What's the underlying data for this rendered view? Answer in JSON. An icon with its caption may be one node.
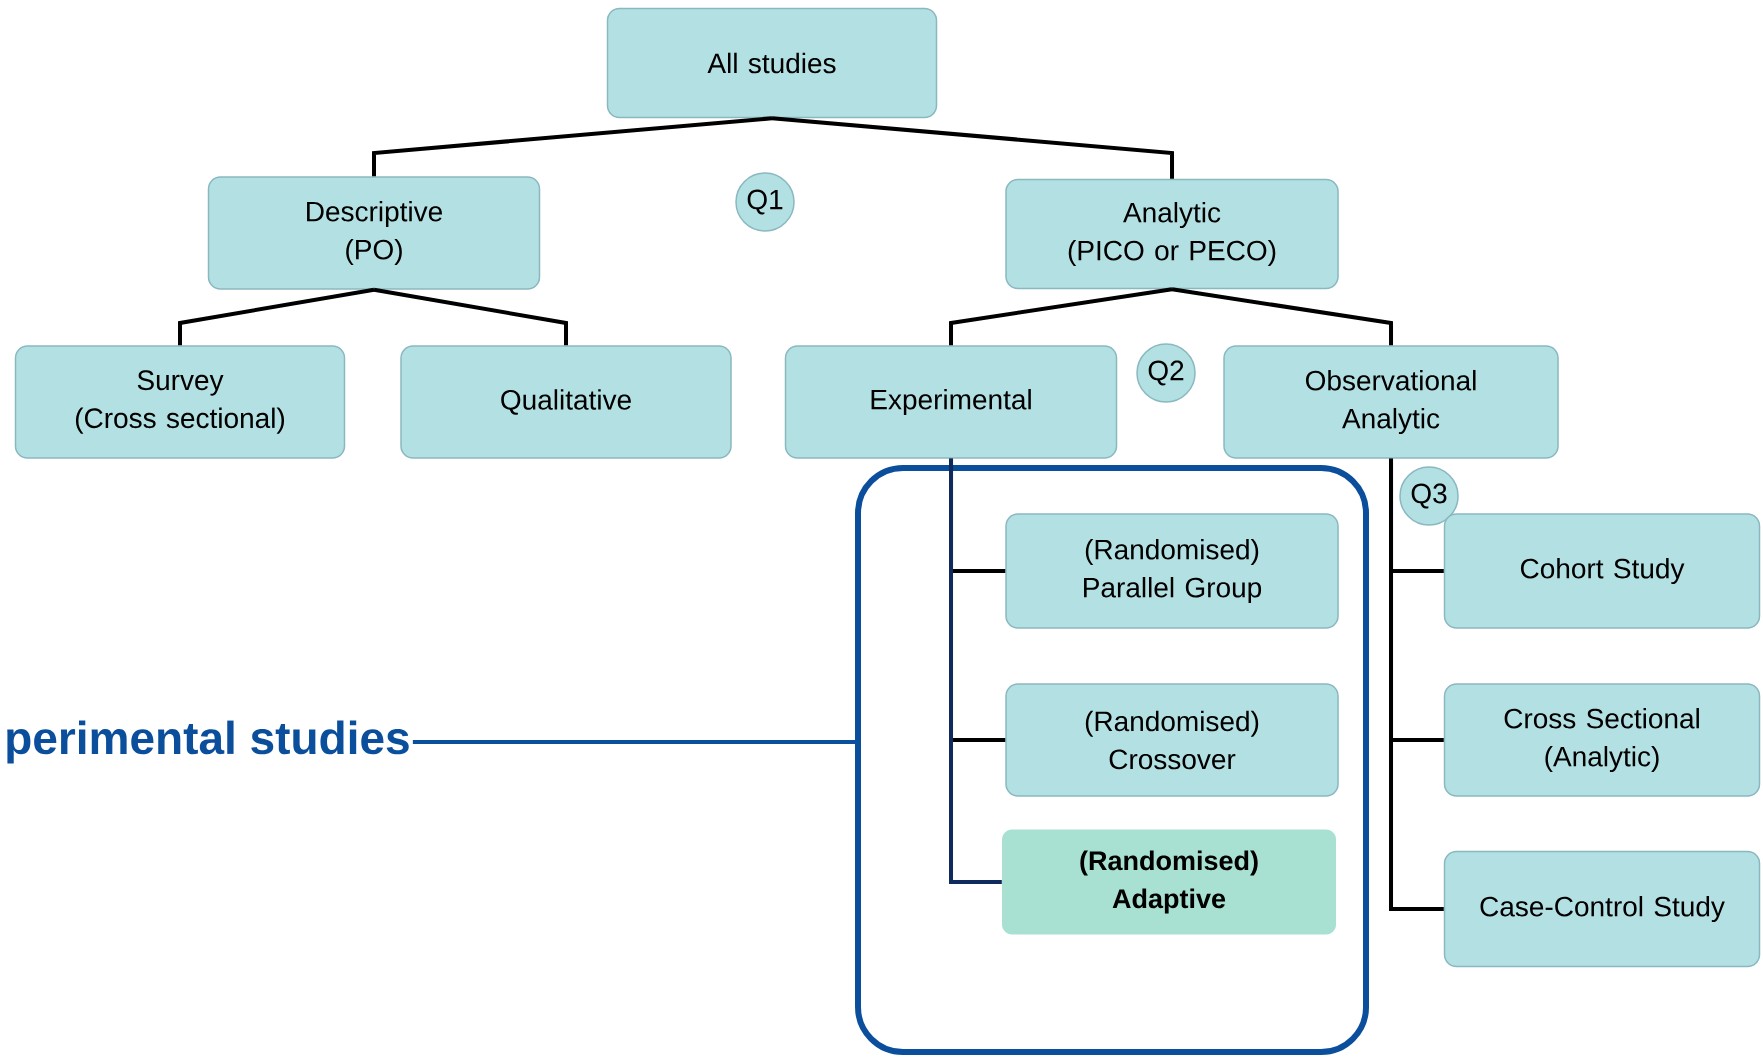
{
  "diagram": {
    "nodes": [
      {
        "text": [
          "All studies"
        ]
      },
      {
        "text": [
          "Descriptive (PO)"
        ]
      },
      {
        "text": [
          "Q1"
        ]
      },
      {
        "text": [
          "Analytic (PICO or PECO)"
        ]
      },
      {
        "text": [
          "Survey (Cross sectional)"
        ]
      },
      {
        "text": [
          "Qualitative"
        ]
      },
      {
        "text": [
          "Experimental"
        ]
      },
      {
        "text": [
          "Q2"
        ]
      },
      {
        "text": [
          "Observational Analytic"
        ]
      },
      {
        "text": [],
        "shape": "box"
      },
      {
        "text": [
          "perimental studies"
        ]
      },
      {
        "text": [
          "Q3"
        ]
      },
      {
        "text": [
          "(Randomised) Parallel Group"
        ],
        "in": 9
      },
      {
        "text": [
          "Cohort Study"
        ]
      },
      {
        "text": [
          "(Randomised) Crossover"
        ],
        "in": 9
      },
      {
        "text": [
          "Cross Sectional (Analytic)"
        ]
      },
      {
        "text": [
          "(Randomised) Adaptive"
        ],
        "in": 9
      },
      {
        "text": [
          "Case-Control Study"
        ]
      }
    ],
    "edges": [
      {
        "from": 0,
        "to": 1,
        "arrow": "none"
      },
      {
        "from": 0,
        "to": 3,
        "arrow": "none"
      },
      {
        "from": 1,
        "to": 4,
        "arrow": "none"
      },
      {
        "from": 1,
        "to": 5,
        "arrow": "none"
      },
      {
        "from": 3,
        "to": 6,
        "arrow": "none"
      },
      {
        "from": 3,
        "to": 8,
        "arrow": "none"
      },
      {
        "from": 6,
        "to": 12,
        "arrow": "none"
      },
      {
        "from": 6,
        "to": 14,
        "arrow": "none"
      },
      {
        "from": 6,
        "to": 16,
        "arrow": "none",
        "color": "#0f2a5c"
      },
      {
        "from": 8,
        "to": 13,
        "arrow": "none"
      },
      {
        "from": 8,
        "to": 15,
        "arrow": "none"
      },
      {
        "from": 8,
        "to": 17,
        "arrow": "none"
      },
      {
        "from": 10,
        "to": 9,
        "arrow": "none",
        "color": "#0b4f9c"
      }
    ]
  }
}
